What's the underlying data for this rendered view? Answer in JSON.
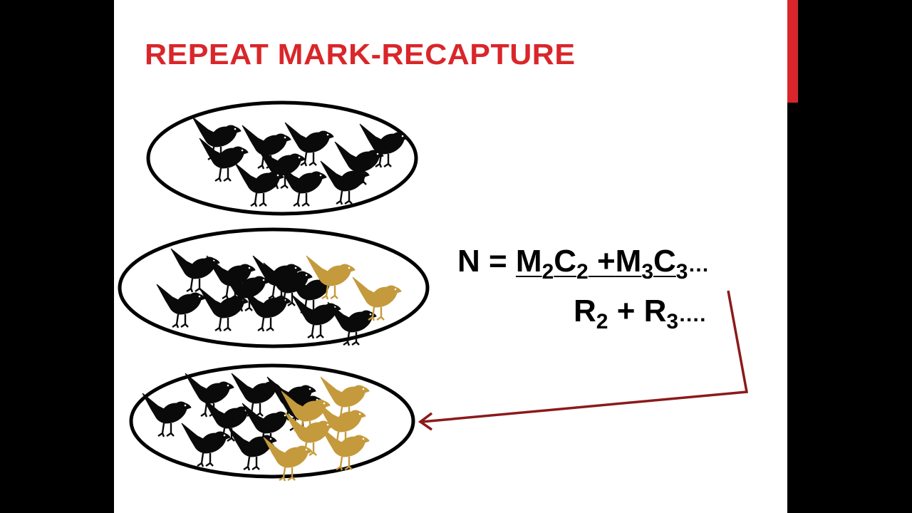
{
  "slide": {
    "title": "REPEAT MARK-RECAPTURE",
    "accent_color": "#d9262a",
    "bird_colors": {
      "unmarked": "#0a0a0a",
      "marked": "#c49a3c"
    },
    "arrow_color": "#8b1a1a"
  },
  "formula": {
    "lhs": "N = ",
    "m2": "M",
    "m2_sub": "2",
    "c2": "C",
    "c2_sub": "2",
    "plus_top": " +",
    "m3": "M",
    "m3_sub": "3",
    "c3": "C",
    "c3_sub": "3",
    "top_tail": "…",
    "r2": "R",
    "r2_sub": "2",
    "plus_bottom": " + ",
    "r3": "R",
    "r3_sub": "3",
    "bottom_tail": "…."
  },
  "samples": [
    {
      "name": "sample-1",
      "unmarked": 10,
      "marked": 0
    },
    {
      "name": "sample-2",
      "unmarked": 11,
      "marked": 2
    },
    {
      "name": "sample-3",
      "unmarked": 9,
      "marked": 6
    }
  ]
}
